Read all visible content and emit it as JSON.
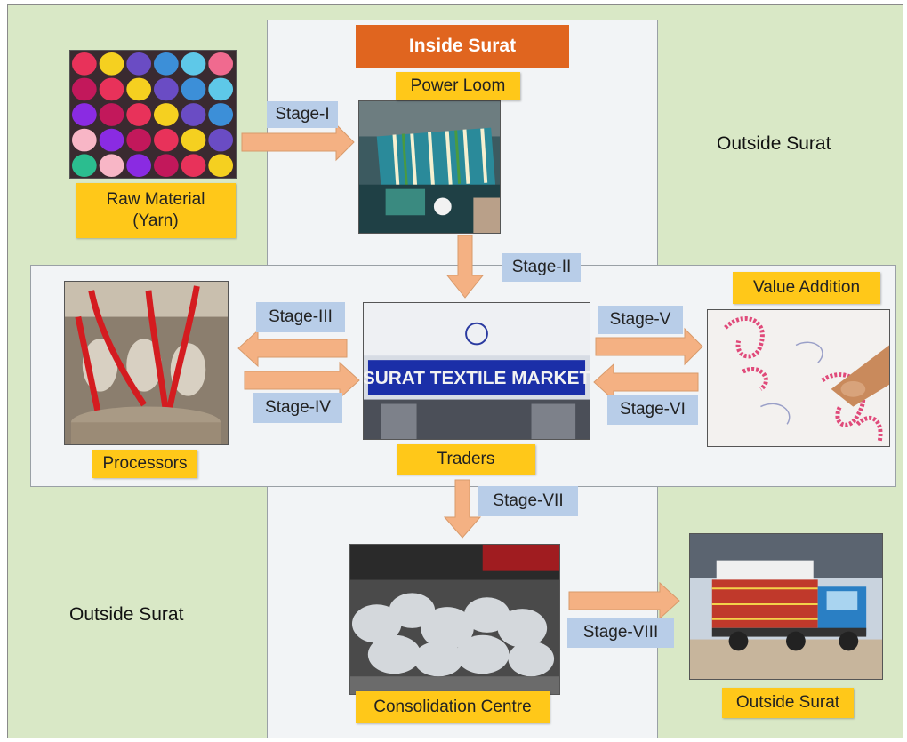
{
  "title": "Inside Surat",
  "regions": {
    "outside_top_right": "Outside Surat",
    "outside_bottom_left": "Outside Surat"
  },
  "nodes": {
    "raw_material": {
      "line1": "Raw Material",
      "line2": "(Yarn)"
    },
    "power_loom": "Power Loom",
    "processors": "Processors",
    "traders": "Traders",
    "value_addition": "Value Addition",
    "consolidation": "Consolidation Centre",
    "outside_surat": "Outside Surat"
  },
  "photos": {
    "market_sign": "SURAT TEXTILE MARKET"
  },
  "stages": {
    "s1": "Stage-I",
    "s2": "Stage-II",
    "s3": "Stage-III",
    "s4": "Stage-IV",
    "s5": "Stage-V",
    "s6": "Stage-VI",
    "s7": "Stage-VII",
    "s8": "Stage-VIII"
  },
  "colors": {
    "outside_bg": "#d9e8c6",
    "inside_bg": "#f2f4f6",
    "label_bg": "#ffc819",
    "title_bg": "#e0651f",
    "stage_bg": "#b8cde8",
    "arrow": "#f4b183"
  }
}
